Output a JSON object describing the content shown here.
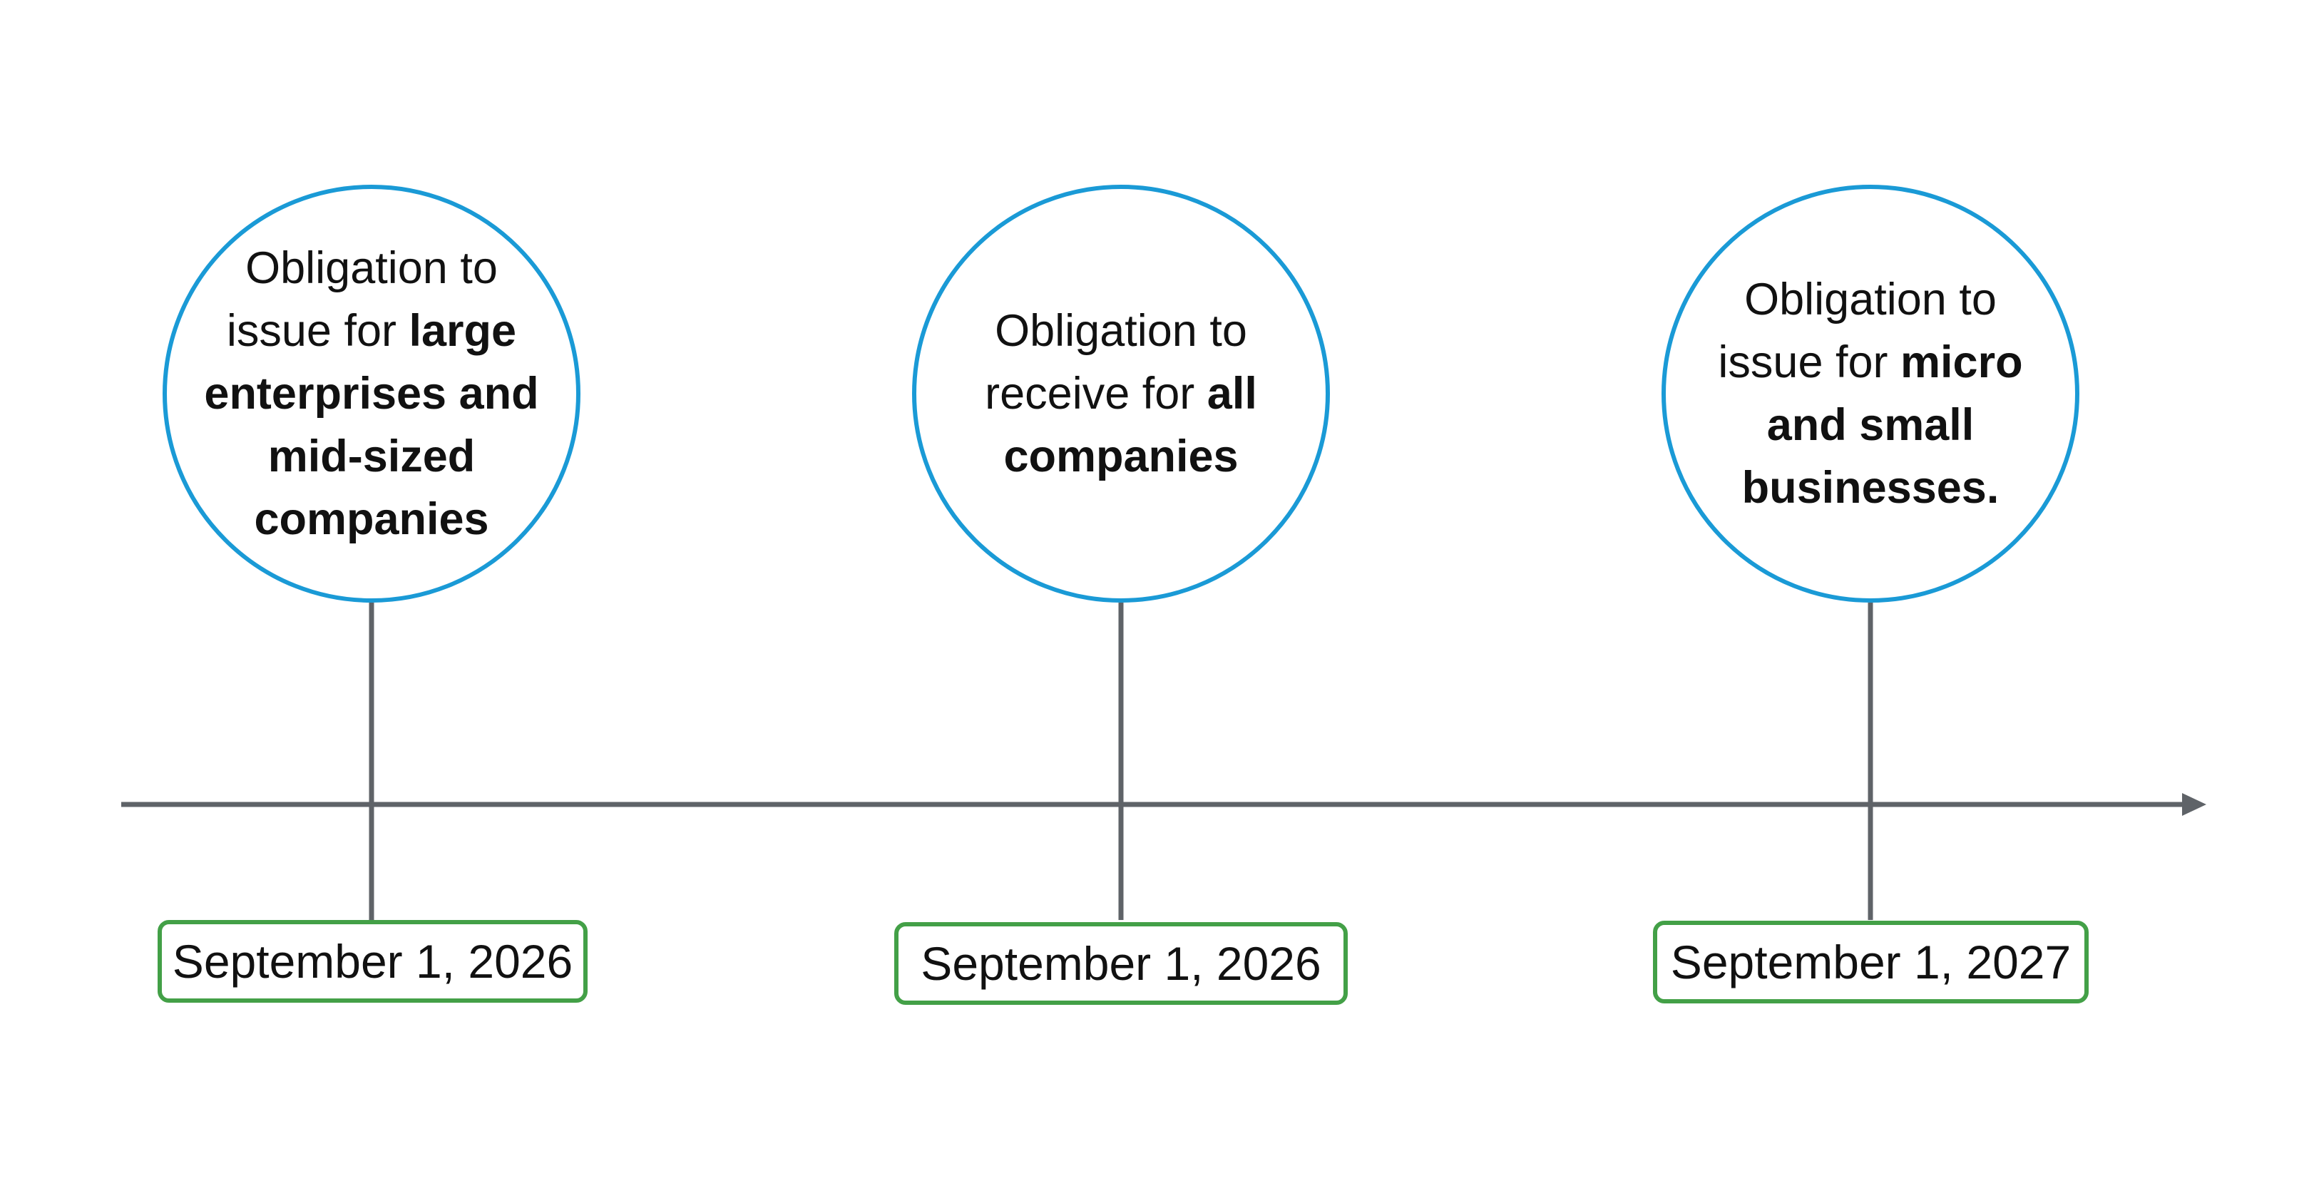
{
  "colors": {
    "circle_border": "#1a9ad6",
    "date_border": "#43a047",
    "axis_line": "#5f6368"
  },
  "milestones": [
    {
      "text_regular": "Obligation to issue for ",
      "text_bold": "large enterprises and mid-sized companies",
      "date": "September 1, 2026"
    },
    {
      "text_regular": "Obligation to receive for ",
      "text_bold": "all companies",
      "date": "September 1, 2026"
    },
    {
      "text_regular": "Obligation to issue for ",
      "text_bold": "micro and small businesses.",
      "date": "September 1, 2027"
    }
  ]
}
